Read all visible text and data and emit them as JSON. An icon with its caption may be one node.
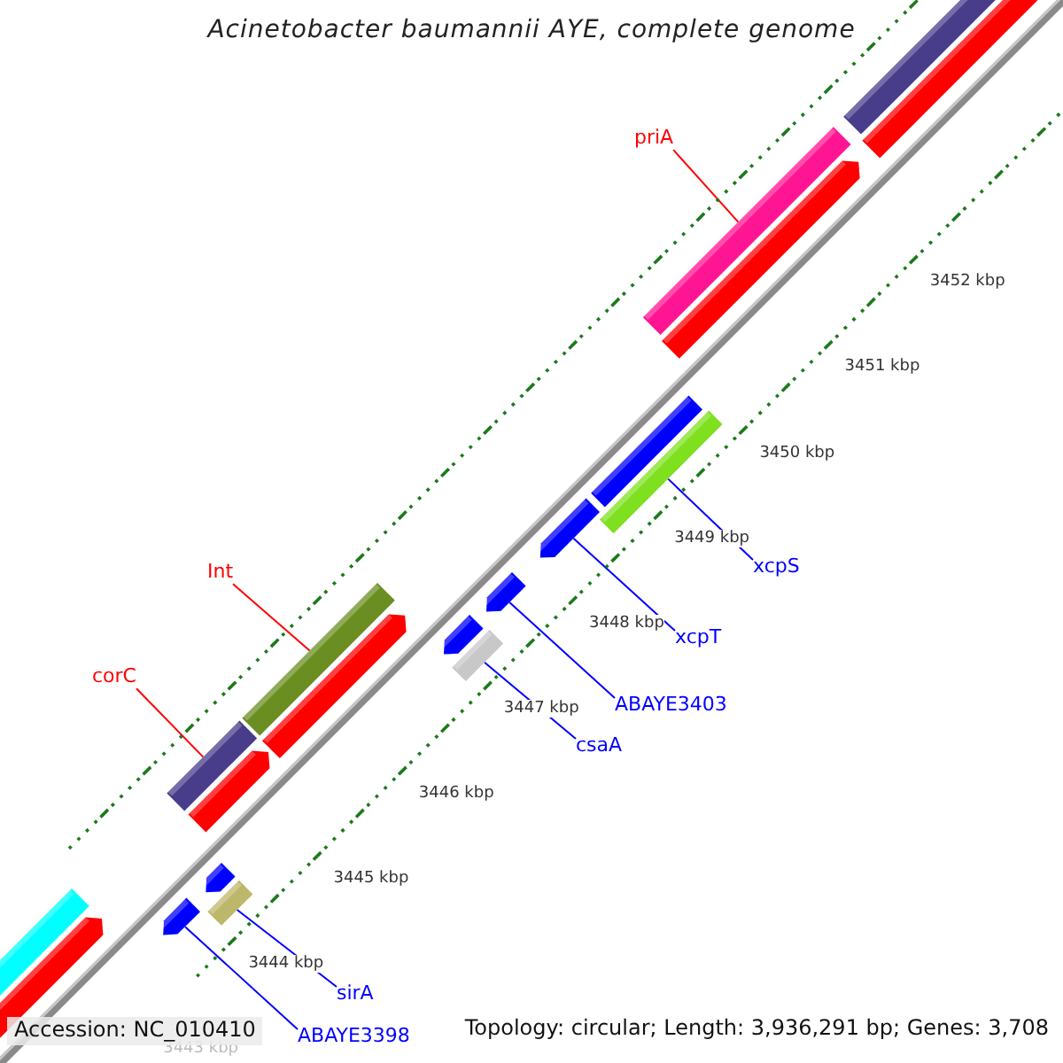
{
  "diagram": {
    "title": "Acinetobacter baumannii AYE, complete genome",
    "nodes": [
      {
        "text": [
          "priA"
        ]
      },
      {
        "text": [],
        "shape": "bar"
      },
      {
        "text": [
          "Int"
        ]
      },
      {
        "text": [],
        "shape": "bar"
      },
      {
        "text": [
          "corC"
        ]
      },
      {
        "text": [],
        "shape": "bar"
      },
      {
        "text": [
          "xcpS"
        ]
      },
      {
        "text": [],
        "shape": "bar"
      },
      {
        "text": [
          "xcpT"
        ]
      },
      {
        "text": [],
        "shape": "arrow"
      },
      {
        "text": [
          "ABAYE3403"
        ]
      },
      {
        "text": [],
        "shape": "arrow"
      },
      {
        "text": [
          "csaA"
        ]
      },
      {
        "text": [],
        "shape": "box"
      },
      {
        "text": [
          "sirA"
        ]
      },
      {
        "text": [],
        "shape": "box"
      },
      {
        "text": [
          "ABAYE3398"
        ]
      },
      {
        "text": [],
        "shape": "arrow"
      }
    ],
    "edges": [
      {
        "from": 0,
        "to": 1,
        "arrow": "none",
        "color": "#ff0000"
      },
      {
        "from": 2,
        "to": 3,
        "arrow": "none",
        "color": "#ff0000"
      },
      {
        "from": 4,
        "to": 5,
        "arrow": "none",
        "color": "#ff0000"
      },
      {
        "from": 6,
        "to": 7,
        "arrow": "none"
      },
      {
        "from": 8,
        "to": 9,
        "arrow": "none"
      },
      {
        "from": 10,
        "to": 11,
        "arrow": "none"
      },
      {
        "from": 12,
        "to": 13,
        "arrow": "none"
      },
      {
        "from": 14,
        "to": 15,
        "arrow": "none"
      },
      {
        "from": 16,
        "to": 17,
        "arrow": "none"
      }
    ],
    "labels": [
      "3452 kbp",
      "3451 kbp",
      "3450 kbp",
      "3449 kbp",
      "3448 kbp",
      "3447 kbp",
      "3446 kbp",
      "3445 kbp",
      "3444 kbp",
      "3443 kbp",
      "Accession: NC_010410",
      "Topology: circular; Length: 3,936,291 bp; Genes: 3,708"
    ]
  }
}
